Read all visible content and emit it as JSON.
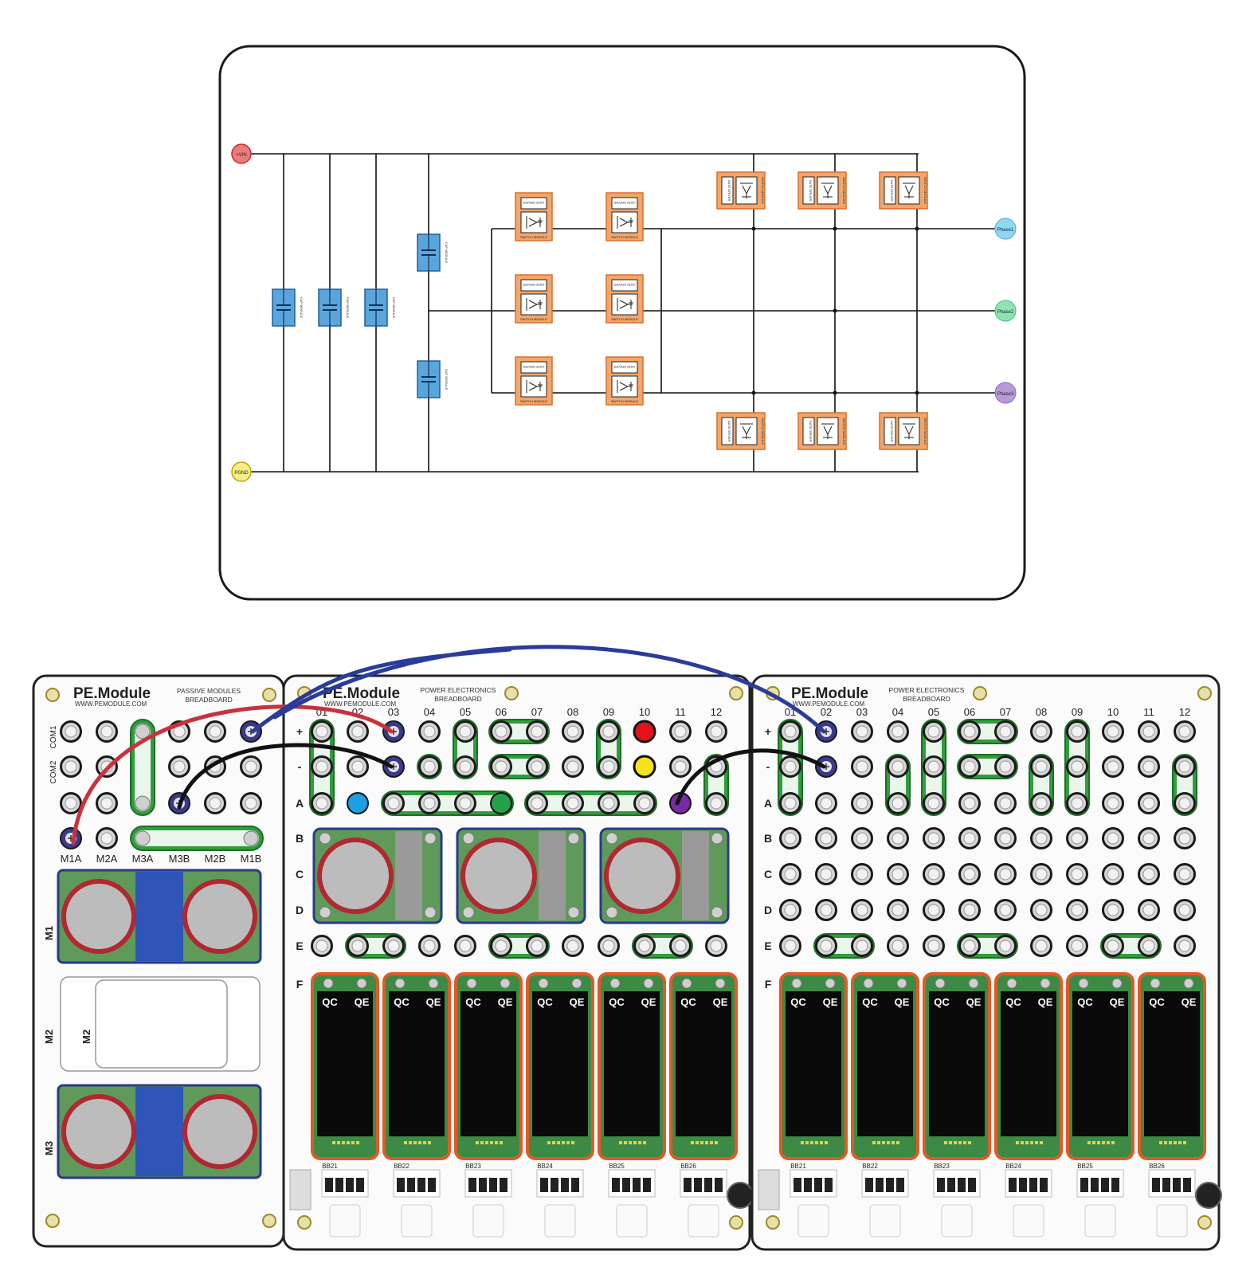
{
  "schematic": {
    "terminals": {
      "vin": "+VIN",
      "pgnd": "PGND",
      "phase1": "Phase1",
      "phase2": "Phase2",
      "phase3": "Phase3"
    },
    "cap_module_label": "CAP MODULE",
    "switch_module_label": "SWITCH MODULE",
    "gate_driver_label": "GATE DRIVER"
  },
  "boards": {
    "passive": {
      "brand": "PE.Module",
      "url": "WWW.PEMODULE.COM",
      "subtitle": [
        "PASSIVE MODULES",
        "BREADBOARD"
      ],
      "row_labels": [
        "COM1",
        "COM2"
      ],
      "bottom_labels": [
        "M1A",
        "M2A",
        "M3A",
        "M3B",
        "M2B",
        "M1B"
      ],
      "module_labels": [
        "M1",
        "M2",
        "M2",
        "M3"
      ]
    },
    "power": {
      "brand": "PE.Module",
      "url": "WWW.PEMODULE.COM",
      "subtitle": [
        "POWER ELECTRONICS",
        "BREADBOARD"
      ],
      "columns": [
        "01",
        "02",
        "03",
        "04",
        "05",
        "06",
        "07",
        "08",
        "09",
        "10",
        "11",
        "12"
      ],
      "rows": [
        "+",
        "-",
        "A",
        "B",
        "C",
        "D",
        "E",
        "F"
      ],
      "switch_labels": [
        "QC",
        "QE"
      ],
      "bb_labels": [
        "BB21",
        "BB22",
        "BB23",
        "BB24",
        "BB25",
        "BB26"
      ]
    }
  },
  "colors": {
    "wire_red": "#c8323c",
    "wire_blue": "#2a3c9a",
    "wire_black": "#111111",
    "pad_green": "#2f9e3c",
    "module_blue": "#2a3a8a",
    "switch_orange": "#e05a28",
    "cap_blue": "#5aa6dc",
    "gate_orange": "#f4a66a"
  }
}
